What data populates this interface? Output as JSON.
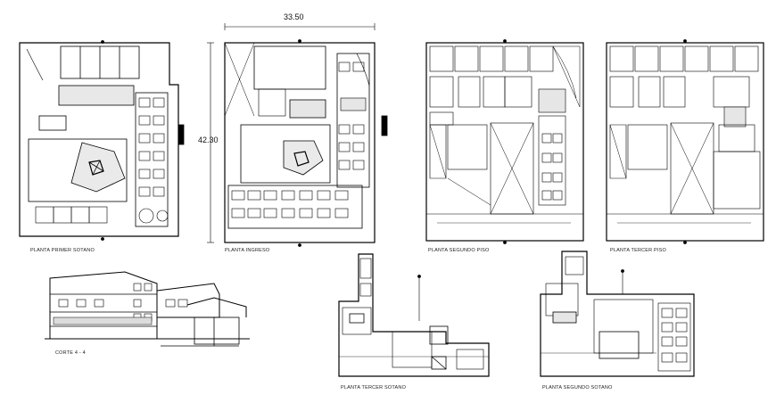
{
  "dimensions": {
    "width_label": "33.50",
    "height_label": "42.30"
  },
  "plans": {
    "primer_sotano": "PLANTA PRIMER SOTANO",
    "ingreso": "PLANTA INGRESO",
    "segundo_piso": "PLANTA SEGUNDO PISO",
    "tercer_piso": "PLANTA TERCER PISO",
    "tercer_sotano": "PLANTA TERCER SOTANO",
    "segundo_sotano": "PLANTA SEGUNDO SOTANO"
  },
  "section": {
    "label": "CORTE 4 - 4"
  },
  "colors": {
    "ink": "#000000",
    "paper": "#ffffff"
  }
}
